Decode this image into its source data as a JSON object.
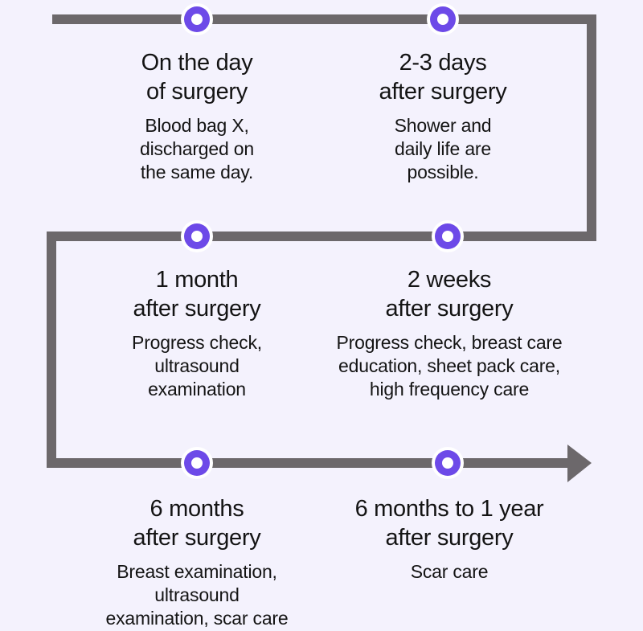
{
  "colors": {
    "background": "#f4f2fd",
    "path": "#6c686b",
    "node_fill": "#6d4ae8",
    "node_ring": "#ffffff",
    "text": "#141414"
  },
  "stages": [
    {
      "title": "On the day\nof surgery",
      "description": "Blood bag X,\ndischarged on\nthe same day."
    },
    {
      "title": "2-3 days\nafter surgery",
      "description": "Shower and\ndaily life are\npossible."
    },
    {
      "title": "1 month\nafter surgery",
      "description": "Progress check,\nultrasound\nexamination"
    },
    {
      "title": "2 weeks\nafter surgery",
      "description": "Progress check, breast care\neducation, sheet pack care,\nhigh frequency care"
    },
    {
      "title": "6 months\nafter surgery",
      "description": "Breast examination,\nultrasound\nexamination, scar care"
    },
    {
      "title": "6 months to 1 year\nafter surgery",
      "description": "Scar care"
    }
  ]
}
